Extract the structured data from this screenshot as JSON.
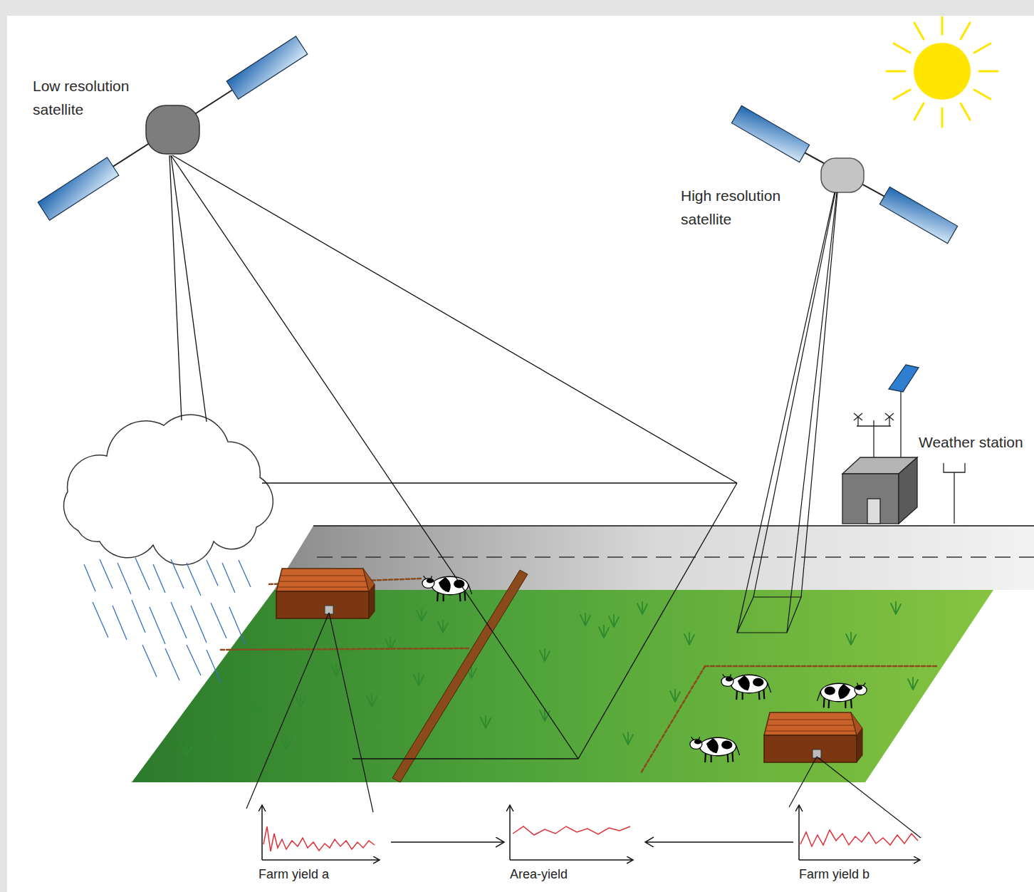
{
  "diagram": {
    "nodes": [
      {
        "text": [
          "Farm yield a"
        ]
      },
      {
        "text": [
          "Area-yield"
        ]
      },
      {
        "text": [
          "Farm yield b"
        ]
      }
    ],
    "edges": [
      {
        "from": 0,
        "to": 1,
        "arrow": "to"
      },
      {
        "from": 2,
        "to": 1,
        "arrow": "to"
      }
    ],
    "labels": [
      "Low resolution satellite",
      "High resolution satellite",
      "Weather station"
    ]
  }
}
